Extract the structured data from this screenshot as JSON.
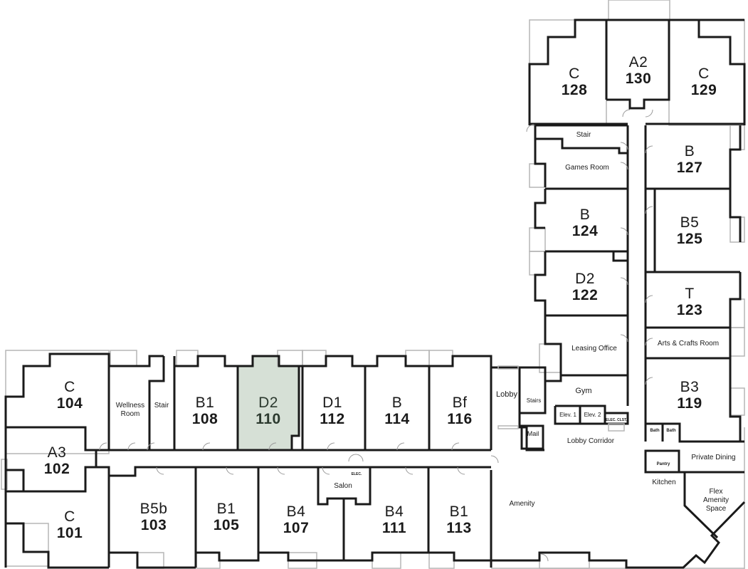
{
  "plan": {
    "highlight_color": "#d6e0d6",
    "wall_color": "#1a1a1a",
    "window_color": "#b5b5b5"
  },
  "units": [
    {
      "id": "104",
      "type": "C",
      "number": "104"
    },
    {
      "id": "102",
      "type": "A3",
      "number": "102"
    },
    {
      "id": "101",
      "type": "C",
      "number": "101"
    },
    {
      "id": "108",
      "type": "B1",
      "number": "108"
    },
    {
      "id": "110",
      "type": "D2",
      "number": "110",
      "selected": true
    },
    {
      "id": "112",
      "type": "D1",
      "number": "112"
    },
    {
      "id": "114",
      "type": "B",
      "number": "114"
    },
    {
      "id": "116",
      "type": "Bf",
      "number": "116"
    },
    {
      "id": "103",
      "type": "B5b",
      "number": "103"
    },
    {
      "id": "105",
      "type": "B1",
      "number": "105"
    },
    {
      "id": "107",
      "type": "B4",
      "number": "107"
    },
    {
      "id": "111",
      "type": "B4",
      "number": "111"
    },
    {
      "id": "113",
      "type": "B1",
      "number": "113"
    },
    {
      "id": "128",
      "type": "C",
      "number": "128"
    },
    {
      "id": "130",
      "type": "A2",
      "number": "130"
    },
    {
      "id": "129",
      "type": "C",
      "number": "129"
    },
    {
      "id": "127",
      "type": "B",
      "number": "127"
    },
    {
      "id": "124",
      "type": "B",
      "number": "124"
    },
    {
      "id": "125",
      "type": "B5",
      "number": "125"
    },
    {
      "id": "122",
      "type": "D2",
      "number": "122"
    },
    {
      "id": "123",
      "type": "T",
      "number": "123"
    },
    {
      "id": "119",
      "type": "B3",
      "number": "119"
    }
  ],
  "spaces": {
    "wellness_room": "Wellness Room",
    "stair_west": "Stair",
    "stair_north": "Stair",
    "games_room": "Games Room",
    "leasing_office": "Leasing Office",
    "arts_crafts_room": "Arts & Crafts Room",
    "lobby": "Lobby",
    "stairs": "Stairs",
    "gym": "Gym",
    "elev_1": "Elev. 1",
    "elev_2": "Elev. 2",
    "elec_clst": "ELEC. CLST.",
    "mail": "Mail",
    "lobby_corridor": "Lobby Corridor",
    "salon": "Salon",
    "elec": "ELEC.",
    "amenity": "Amenity",
    "bath_1": "Bath",
    "bath_2": "Bath",
    "pantry": "Pantry",
    "private_dining": "Private Dining",
    "kitchen": "Kitchen",
    "flex_amenity_space_1": "Flex",
    "flex_amenity_space_2": "Amenity",
    "flex_amenity_space_3": "Space"
  }
}
